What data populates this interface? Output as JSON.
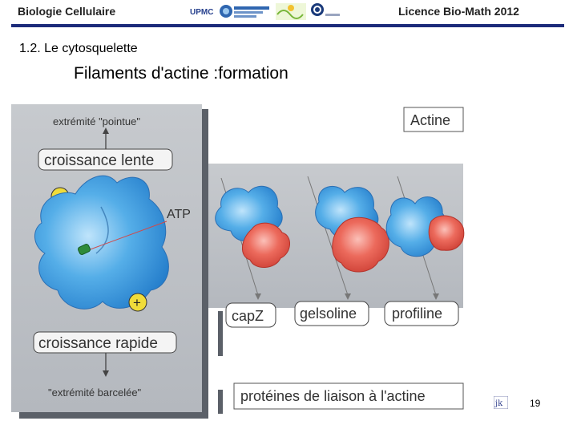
{
  "header": {
    "course": "Biologie Cellulaire",
    "program": "Licence Bio-Math 2012",
    "accent_color": "#1c2b7a",
    "logos": [
      "upmc-logo",
      "station-biologique-roscoff-logo",
      "mer-et-sante-logo",
      "cnrs-logo"
    ]
  },
  "slide": {
    "section_title": "1.2. Le cytosquelette",
    "subtitle": "Filaments d'actine :formation",
    "page_number": "19"
  },
  "figure": {
    "left_panel": {
      "top_label": "extrémité \"pointue\"",
      "slow_box": "croissance lente",
      "atp_label": "ATP",
      "minus_sign": "−",
      "plus_sign": "+",
      "fast_box": "croissance rapide",
      "bottom_label": "\"extrémité barcelée\""
    },
    "right_panel": {
      "actin_label": "Actine",
      "proteins": [
        "capZ",
        "gelsoline",
        "profiline"
      ],
      "caption": "protéines de liaison à l'actine"
    },
    "colors": {
      "actin_blue": "#3f9be0",
      "protein_red": "#e8564a",
      "panel_gray": "#b9bcc2",
      "frame_dark": "#555a62"
    }
  }
}
